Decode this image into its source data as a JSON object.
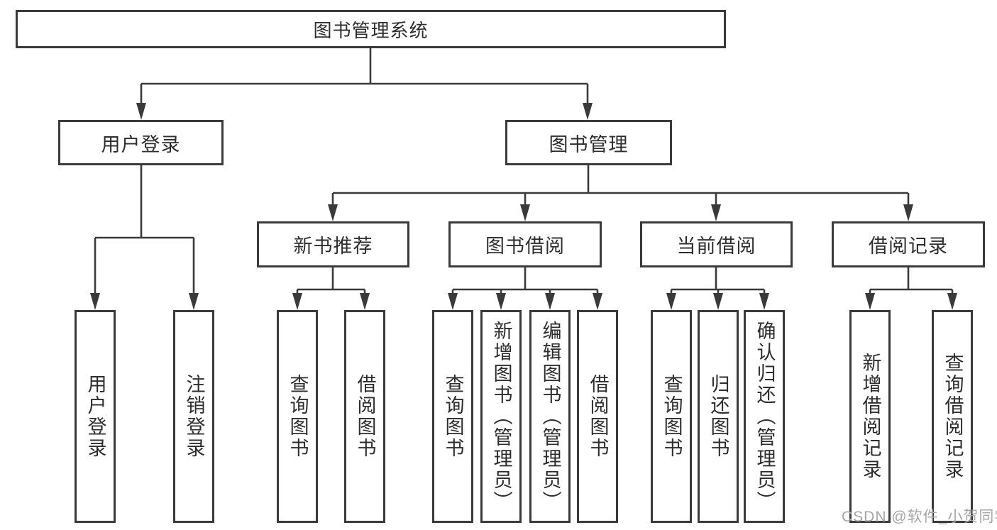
{
  "colors": {
    "background": "#ffffff",
    "line": "#3a3a3a",
    "box_border": "#3a3a3a",
    "box_fill": "#ffffff",
    "text": "#2d2d2d",
    "watermark": "#a6a6a6"
  },
  "watermark": {
    "text": "CSDN @软件_小贺同学"
  },
  "tree": {
    "root": "图书管理系统",
    "level1": {
      "user_login": "用户登录",
      "book_management": "图书管理"
    },
    "level2": {
      "new_books": "新书推荐",
      "book_borrow": "图书借阅",
      "current_borrow": "当前借阅",
      "borrow_records": "借阅记录"
    },
    "leaves": {
      "user_login": [
        "用户登录",
        "注销登录"
      ],
      "new_books": [
        "查询图书",
        "借阅图书"
      ],
      "book_borrow": [
        "查询图书",
        "新增图书（管理员）",
        "编辑图书（管理员）",
        "借阅图书"
      ],
      "current_borrow": [
        "查询图书",
        "归还图书",
        "确认归还（管理员）"
      ],
      "borrow_records": [
        "新增借阅记录",
        "查询借阅记录"
      ]
    }
  }
}
